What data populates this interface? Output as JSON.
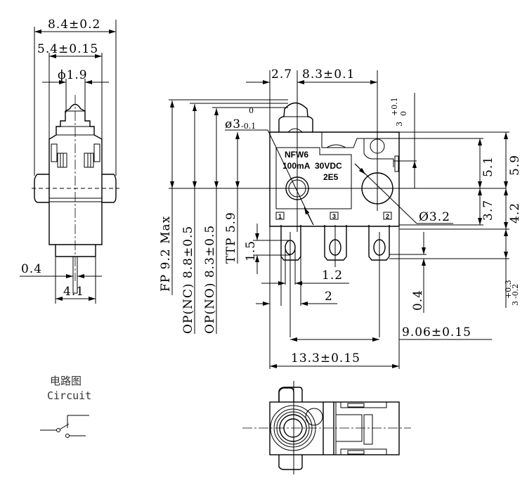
{
  "side_view": {
    "overall_width": "8.4±0.2",
    "body_width": "5.4±0.15",
    "plunger_diameter": "ϕ1.9",
    "terminal_thickness": "0.4",
    "terminal_span": "4.1"
  },
  "front_view": {
    "plunger_offset": "2.7",
    "hole_spacing_top": "8.3±0.1",
    "plunger_diameter": "ø3",
    "plunger_tol_upper": "0",
    "plunger_tol_lower": "-0.1",
    "top_tol_value": "3",
    "top_tol_upper": "+0.1",
    "top_tol_lower": "0",
    "label_model": "NFW6",
    "label_current": "100mA",
    "label_voltage": "30VDC",
    "label_life": "2E5",
    "terminal_labels": [
      "1",
      "3",
      "2"
    ],
    "dim_5_1": "5.1",
    "dim_5_9": "5.9",
    "dim_3_7": "3.7",
    "dim_4_2": "4.2",
    "hole_diameter": "Ø3.2",
    "fp": "FP 9.2 Max",
    "op_nc": "OP(NC) 8.8±0.5",
    "op_no": "OP(NO) 8.3±0.5",
    "ttp": "TTP 5.9",
    "terminal_hole_height": "1.5",
    "terminal_hole_width": "1.2",
    "terminal_width": "2",
    "terminal_thickness": "0.4",
    "terminal_length": "3",
    "terminal_length_tol_upper": "+0.3",
    "terminal_length_tol_lower": "-0.2",
    "terminal_pitch": "9.06±0.15",
    "body_length": "13.3±0.15"
  },
  "circuit": {
    "title_zh": "电路图",
    "title_en": "Circuit"
  }
}
